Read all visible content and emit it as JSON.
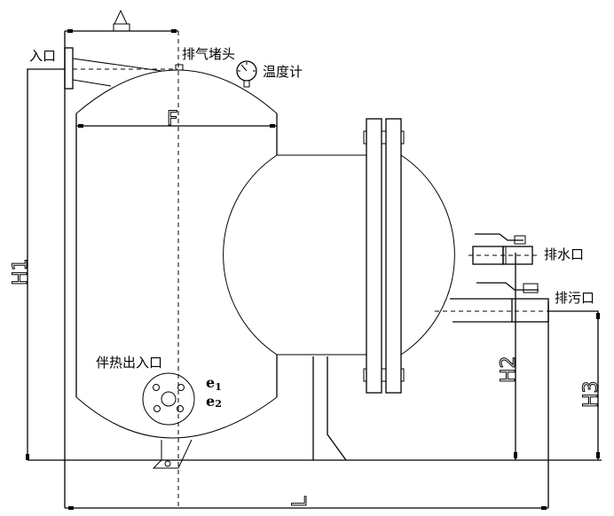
{
  "labels": {
    "inlet": "入口",
    "vent_plug": "排气堵头",
    "thermometer": "温度计",
    "drain_water": "排水口",
    "drain_sewage": "排污口",
    "heat_tracing": "伴热出入口",
    "e1_base": "e",
    "e1_sub": "1",
    "e2_base": "e",
    "e2_sub": "2"
  },
  "dimensions": {
    "h1": "H1",
    "h2": "H2",
    "h3": "H3",
    "f": "F",
    "l": "L"
  }
}
